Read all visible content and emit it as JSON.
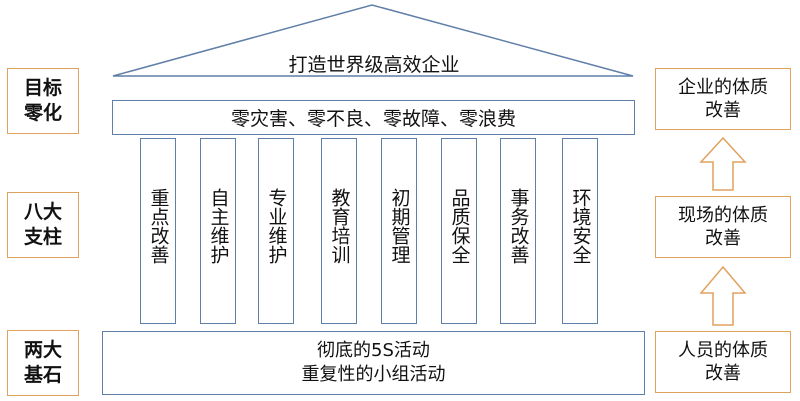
{
  "roof": {
    "title": "打造世界级高效企业"
  },
  "beam": {
    "text": "零灾害、零不良、零故障、零浪费"
  },
  "pillars": [
    {
      "label": "重点改善"
    },
    {
      "label": "自主维护"
    },
    {
      "label": "专业维护"
    },
    {
      "label": "教育培训"
    },
    {
      "label": "初期管理"
    },
    {
      "label": "品质保全"
    },
    {
      "label": "事务改善"
    },
    {
      "label": "环境安全"
    }
  ],
  "base": {
    "text": "彻底的5S活动\n重复性的小组活动"
  },
  "side_labels": [
    {
      "text": "目标\n零化"
    },
    {
      "text": "八大\n支柱"
    },
    {
      "text": "两大\n基石"
    }
  ],
  "right_boxes": [
    {
      "text": "企业的体质\n改善"
    },
    {
      "text": "现场的体质\n改善"
    },
    {
      "text": "人员的体质\n改善"
    }
  ],
  "colors": {
    "structure": "#5f7fa8",
    "accent_border": "#e1a15e",
    "arrow": "#e1a15e"
  }
}
